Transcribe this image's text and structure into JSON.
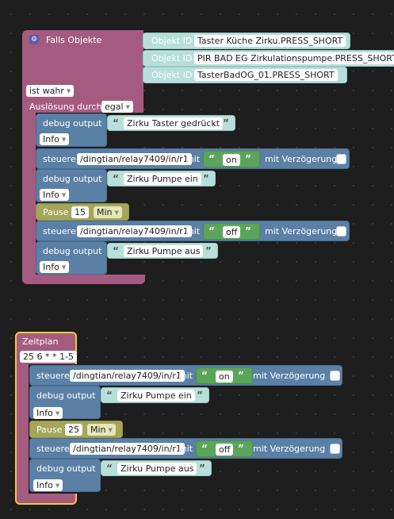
{
  "event_block": {
    "title": "Falls Objekte",
    "objects": [
      {
        "label": "Objekt ID",
        "value": "Taster Küche Zirku.PRESS_SHORT"
      },
      {
        "label": "Objekt ID",
        "value": "PIR BAD EG Zirkulationspumpe.PRESS_SHORT"
      },
      {
        "label": "Objekt ID",
        "value": "TasterBadOG_01.PRESS_SHORT"
      }
    ],
    "condition": "ist wahr",
    "trigger_label": "Auslösung durch",
    "trigger_value": "egal"
  },
  "stmts1": {
    "debug1": {
      "label": "debug output",
      "text": "Zirku Taster gedrückt",
      "level": "Info"
    },
    "steuere1": {
      "label": "steuere",
      "path": "/dingtian/relay7409/in/r1",
      "mit": "mit",
      "value": "on",
      "delay": "mit Verzögerung"
    },
    "debug2": {
      "label": "debug output",
      "text": "Zirku Pumpe ein",
      "level": "Info"
    },
    "pause": {
      "label": "Pause",
      "value": "15",
      "unit": "Min"
    },
    "steuere2": {
      "label": "steuere",
      "path": "/dingtian/relay7409/in/r1",
      "mit": "mit",
      "value": "off",
      "delay": "mit Verzögerung"
    },
    "debug3": {
      "label": "debug output",
      "text": "Zirku Pumpe aus",
      "level": "Info"
    }
  },
  "schedule_block": {
    "title": "Zeitplan",
    "cron": "25 6 * * 1-5"
  },
  "stmts2": {
    "steuere1": {
      "label": "steuere",
      "path": "/dingtian/relay7409/in/r1",
      "mit": "mit",
      "value": "on",
      "delay": "mit Verzögerung"
    },
    "debug1": {
      "label": "debug output",
      "text": "Zirku Pumpe ein",
      "level": "Info"
    },
    "pause": {
      "label": "Pause",
      "value": "25",
      "unit": "Min"
    },
    "steuere2": {
      "label": "steuere",
      "path": "/dingtian/relay7409/in/r1",
      "mit": "mit",
      "value": "off",
      "delay": "mit Verzögerung"
    },
    "debug2": {
      "label": "debug output",
      "text": "Zirku Pumpe aus",
      "level": "Info"
    }
  }
}
